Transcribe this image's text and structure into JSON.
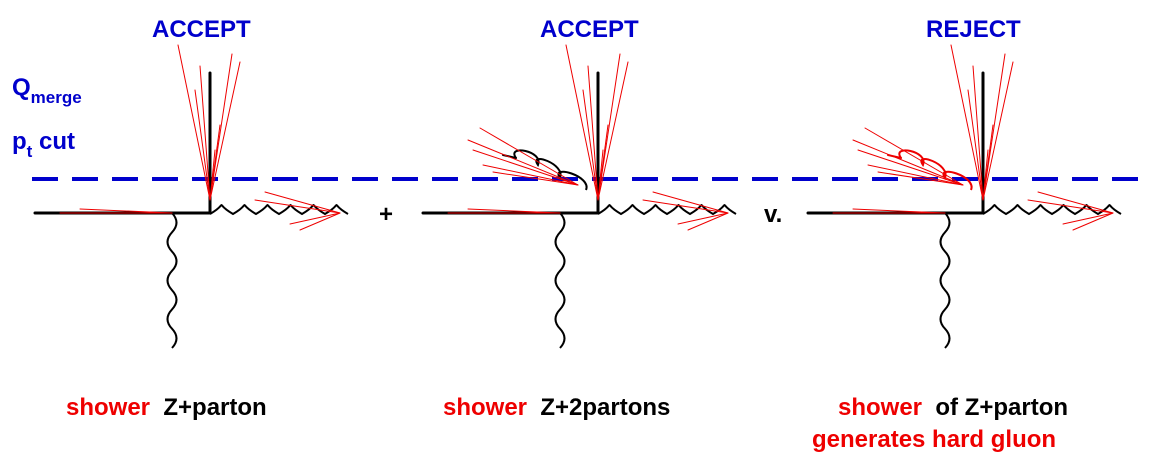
{
  "panels": [
    {
      "header": "ACCEPT",
      "caption_a": "shower",
      "caption_b": "Z+parton"
    },
    {
      "header": "ACCEPT",
      "caption_a": "shower",
      "caption_b": "Z+2partons"
    },
    {
      "header": "REJECT",
      "caption_a": "shower",
      "caption_b": "of Z+parton",
      "caption_c": "generates hard gluon"
    }
  ],
  "cut_label": {
    "q": "Q",
    "q_sub": "merge",
    "p": "p",
    "p_sub": "t",
    "p_rest": "cut"
  },
  "operators": {
    "plus": "+",
    "versus": "v."
  },
  "colors": {
    "cut_line": "#0000cc",
    "shower": "#ee0000",
    "lines": "#000000",
    "headers": "#0000cc"
  }
}
